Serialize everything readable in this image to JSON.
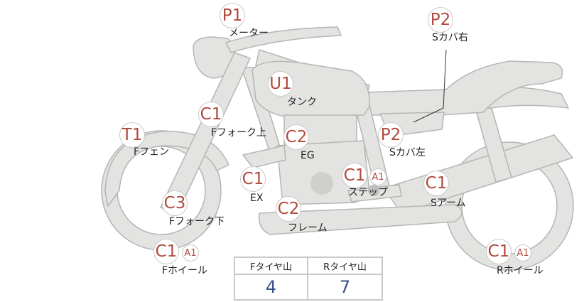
{
  "parts": [
    {
      "id": "meter",
      "label": "メーター",
      "code": "P1"
    },
    {
      "id": "s-cover-right",
      "label": "Sカバ右",
      "code": "P2"
    },
    {
      "id": "tank",
      "label": "タンク",
      "code": "U1"
    },
    {
      "id": "f-fork-upper",
      "label": "Fフォーク上",
      "code": "C1"
    },
    {
      "id": "f-fender",
      "label": "Fフェン",
      "code": "T1"
    },
    {
      "id": "engine",
      "label": "EG",
      "code": "C2"
    },
    {
      "id": "s-cover-left",
      "label": "Sカバ左",
      "code": "P2"
    },
    {
      "id": "exhaust",
      "label": "EX",
      "code": "C1"
    },
    {
      "id": "step",
      "label": "ステップ",
      "code": "C1",
      "sub": "A1"
    },
    {
      "id": "s-arm",
      "label": "Sアーム",
      "code": "C1"
    },
    {
      "id": "f-fork-lower",
      "label": "Fフォーク下",
      "code": "C3"
    },
    {
      "id": "frame",
      "label": "フレーム",
      "code": "C2"
    },
    {
      "id": "f-wheel",
      "label": "Fホイール",
      "code": "C1",
      "sub": "A1"
    },
    {
      "id": "r-wheel",
      "label": "Rホイール",
      "code": "C1",
      "sub": "A1"
    }
  ],
  "tire": {
    "front_label": "Fタイヤ山",
    "rear_label": "Rタイヤ山",
    "front_value": "4",
    "rear_value": "7"
  },
  "colors": {
    "part_fill": "#e3e3e1",
    "part_stroke": "#b5b5b3",
    "code_text": "#b14a3e",
    "value_text": "#3a4f8a"
  }
}
